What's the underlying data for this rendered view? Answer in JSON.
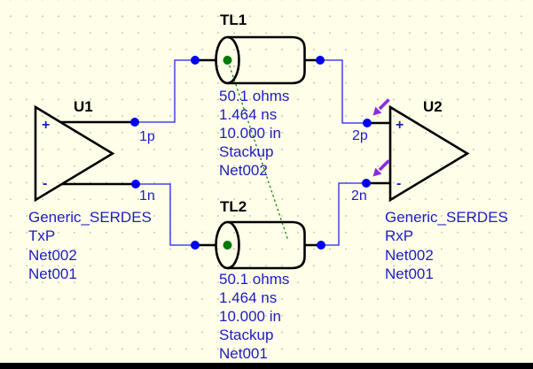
{
  "canvas": {
    "bg_color": "#FFFFE9",
    "grid_dot_color": "#C9C9B2",
    "bottom_edge_color": "#000000"
  },
  "colors": {
    "wire_blue": "#2222EE",
    "junction_blue": "#0000EE",
    "port_green": "#007A00",
    "text_blue": "#1C1CC4",
    "symbol_black": "#000000",
    "coupling_green": "#008000",
    "probe_purple": "#8A2BE2"
  },
  "u1": {
    "refdes": "U1",
    "pin_plus": "+",
    "pin_minus": "-",
    "pin_top_name": "1p",
    "pin_bottom_name": "1n",
    "part": "Generic_SERDES",
    "model": "TxP",
    "net_top": "Net002",
    "net_bottom": "Net001"
  },
  "u2": {
    "refdes": "U2",
    "pin_plus": "+",
    "pin_minus": "-",
    "pin_top_name": "2p",
    "pin_bottom_name": "2n",
    "part": "Generic_SERDES",
    "model": "RxP",
    "net_top": "Net002",
    "net_bottom": "Net001"
  },
  "tl1": {
    "refdes": "TL1",
    "impedance": "50.1 ohms",
    "delay": "1.464 ns",
    "length": "10.000 in",
    "model": "Stackup",
    "net": "Net002"
  },
  "tl2": {
    "refdes": "TL2",
    "impedance": "50.1 ohms",
    "delay": "1.464 ns",
    "length": "10.000 in",
    "model": "Stackup",
    "net": "Net001"
  }
}
